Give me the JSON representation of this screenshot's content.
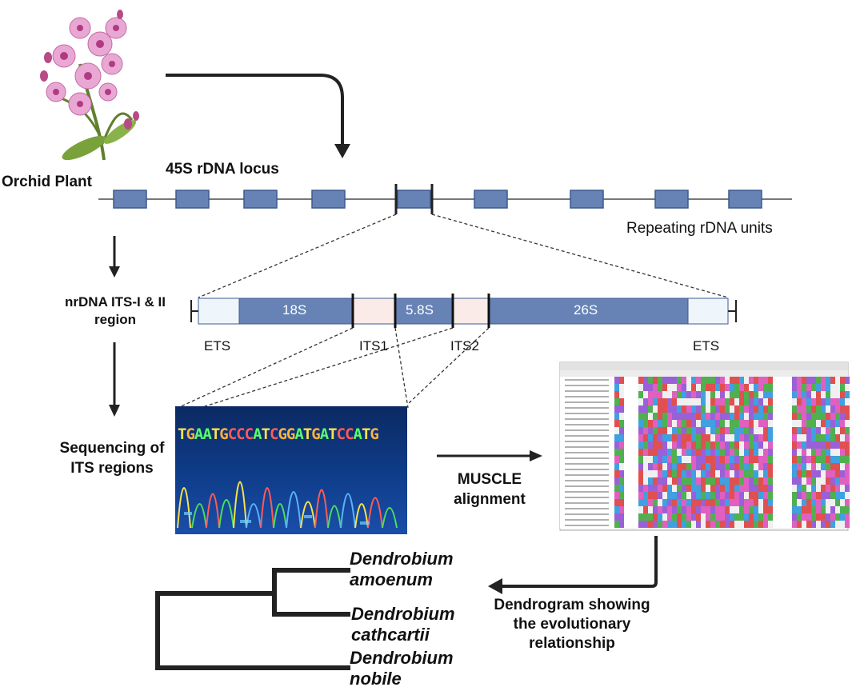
{
  "labels": {
    "orchid": "Orchid Plant",
    "locus": "45S rDNA locus",
    "repeating": "Repeating rDNA units",
    "nrdna_line1": "nrDNA ITS-I & II",
    "nrdna_line2": "region",
    "seq_line1": "Sequencing of",
    "seq_line2": "ITS regions",
    "muscle_line1": "MUSCLE",
    "muscle_line2": "alignment",
    "dendro_line1": "Dendrogram showing",
    "dendro_line2": "the evolutionary",
    "dendro_line3": "relationship"
  },
  "region": {
    "ets_left": "ETS",
    "s18": "18S",
    "its1": "ITS1",
    "s58": "5.8S",
    "its2": "ITS2",
    "s26": "26S",
    "ets_right": "ETS"
  },
  "sequence": {
    "bases": "TGAATGCCCATCGGATGATCCATG"
  },
  "species": [
    {
      "genus": "Dendrobium",
      "epithet": "amoenum"
    },
    {
      "genus": "Dendrobium",
      "epithet": "cathcartii"
    },
    {
      "genus": "Dendrobium",
      "epithet": "nobile"
    }
  ],
  "colors": {
    "unit_fill": "#6783b5",
    "unit_border": "#3d5a8f",
    "ets_fill": "#eef5fb",
    "its_fill": "#fbebe8",
    "line": "#222222"
  },
  "icons": [
    "orchid-icon"
  ]
}
